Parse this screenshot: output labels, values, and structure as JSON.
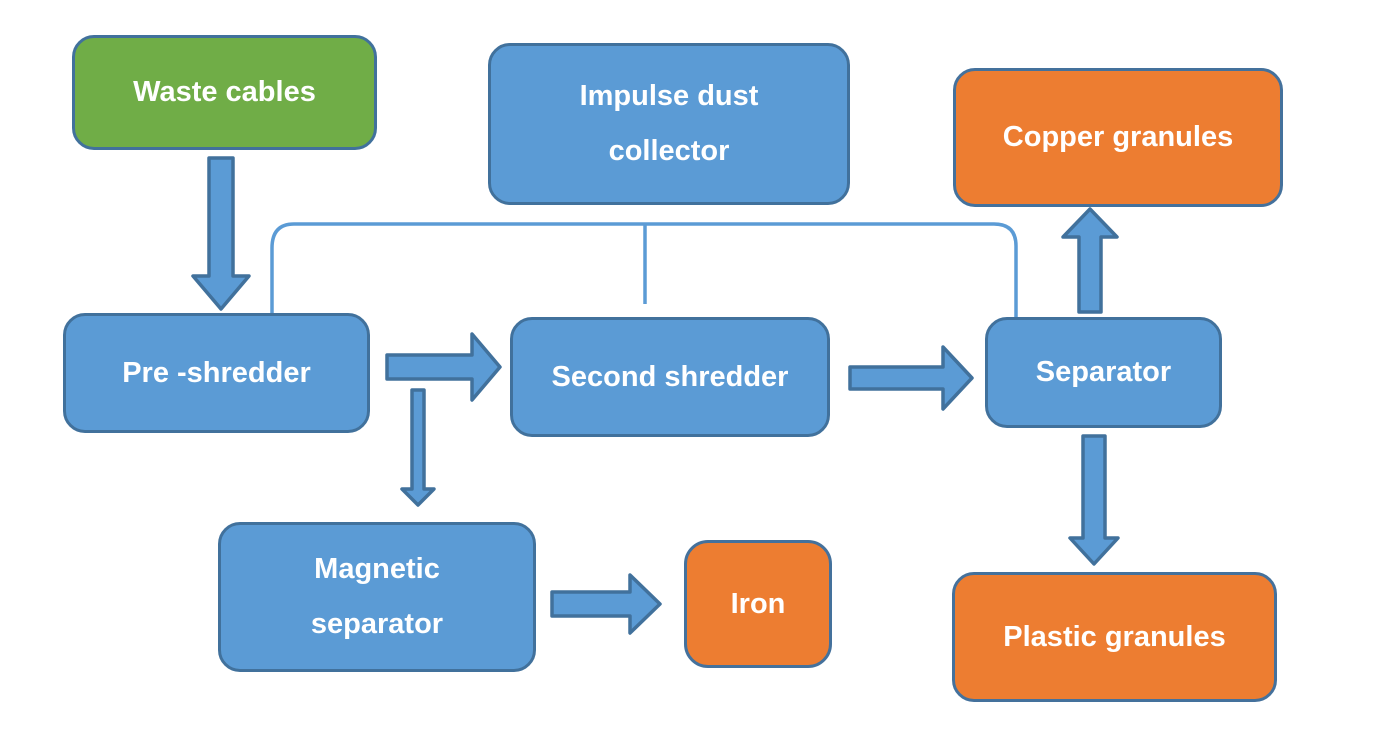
{
  "diagram": {
    "type": "flowchart",
    "colors": {
      "blue": {
        "fill": "#5B9BD5",
        "border": "#41719C"
      },
      "green": {
        "fill": "#70AD47",
        "border": "#41719C"
      },
      "orange": {
        "fill": "#ED7D31",
        "border": "#44719C"
      },
      "connector": "#5B9BD5",
      "label_text": "#FFFFFF",
      "background": "#FFFFFF"
    },
    "nodes": [
      {
        "id": "waste-cables",
        "label": "Waste cables",
        "fill": "green"
      },
      {
        "id": "impulse-dust-collector",
        "label": "Impulse dust collector",
        "fill": "blue"
      },
      {
        "id": "copper-granules",
        "label": "Copper granules",
        "fill": "orange"
      },
      {
        "id": "pre-shredder",
        "label": "Pre -shredder",
        "fill": "blue"
      },
      {
        "id": "second-shredder",
        "label": "Second shredder",
        "fill": "blue"
      },
      {
        "id": "separator",
        "label": "Separator",
        "fill": "blue"
      },
      {
        "id": "magnetic-separator",
        "label": "Magnetic separator",
        "fill": "blue"
      },
      {
        "id": "iron",
        "label": "Iron",
        "fill": "orange"
      },
      {
        "id": "plastic-granules",
        "label": "Plastic granules",
        "fill": "orange"
      }
    ],
    "edges": [
      {
        "from": "waste-cables",
        "to": "pre-shredder",
        "style": "block-arrow"
      },
      {
        "from": "pre-shredder",
        "to": "second-shredder",
        "style": "block-arrow"
      },
      {
        "from": "pre-shredder",
        "to": "magnetic-separator",
        "style": "thin-arrow"
      },
      {
        "from": "second-shredder",
        "to": "separator",
        "style": "block-arrow"
      },
      {
        "from": "separator",
        "to": "copper-granules",
        "style": "block-arrow"
      },
      {
        "from": "separator",
        "to": "plastic-granules",
        "style": "block-arrow"
      },
      {
        "from": "magnetic-separator",
        "to": "iron",
        "style": "block-arrow"
      },
      {
        "from": "impulse-dust-collector",
        "to": "pre-shredder",
        "style": "duct-line"
      },
      {
        "from": "impulse-dust-collector",
        "to": "second-shredder",
        "style": "duct-line"
      },
      {
        "from": "impulse-dust-collector",
        "to": "separator",
        "style": "duct-line"
      }
    ]
  }
}
